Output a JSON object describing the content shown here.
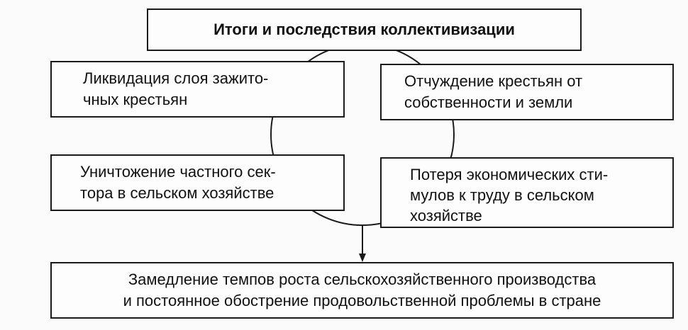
{
  "diagram": {
    "title": "Итоги и последствия коллективизации",
    "top_left": {
      "lines": [
        "Ликвидация слоя зажито-",
        "чных крестьян"
      ]
    },
    "top_right": {
      "lines": [
        "Отчуждение крестьян от",
        "собственности и земли"
      ]
    },
    "bottom_left": {
      "lines": [
        "Уничтожение частного сек-",
        "тора в сельском хозяйстве"
      ]
    },
    "bottom_right": {
      "lines": [
        "Потеря экономических сти-",
        "мулов к труду в сельском",
        "хозяйстве"
      ]
    },
    "result": {
      "lines": [
        "Замедление темпов роста сельскохозяйственного производства",
        "и постоянное обострение продовольственной проблемы в стране"
      ]
    },
    "colors": {
      "stroke": "#1a1a1a",
      "text": "#111111",
      "background": "#fbfbfb"
    }
  }
}
